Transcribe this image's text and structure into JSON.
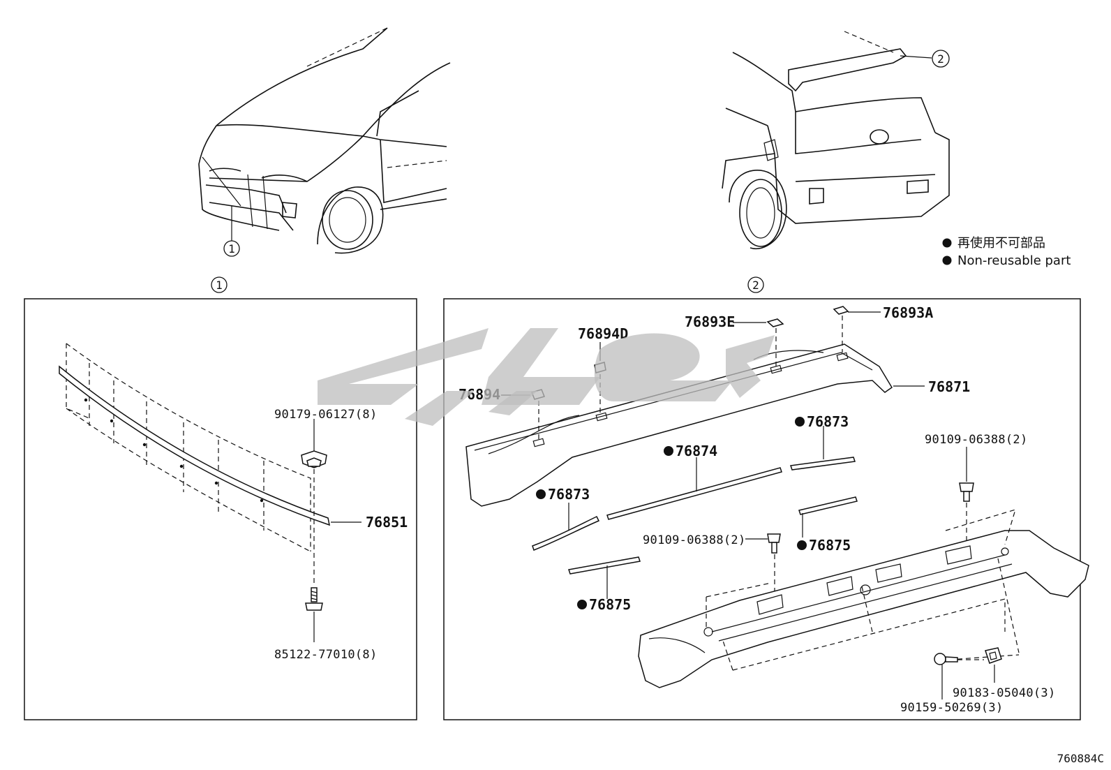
{
  "diagram_id": "760884C",
  "callouts": {
    "front": "1",
    "rear": "2"
  },
  "legend": {
    "line_jp": "再使用不可部品",
    "line_en": "Non-reusable part"
  },
  "panel1": {
    "label": "1",
    "parts": {
      "clip_top": "90179-06127(8)",
      "molding": "76851",
      "screw_bottom": "85122-77010(8)"
    }
  },
  "panel2": {
    "label": "2",
    "parts": {
      "p76894D": "76894D",
      "p76893E": "76893E",
      "p76893A": "76893A",
      "p76894": "76894",
      "p76871": "76871",
      "p76873_right": "76873",
      "p76874": "76874",
      "p76873_left": "76873",
      "bolt_right": "90109-06388(2)",
      "bolt_mid": "90109-06388(2)",
      "p76875_right": "76875",
      "p76875_left": "76875",
      "nut": "90183-05040(3)",
      "screw": "90159-50269(3)"
    }
  }
}
